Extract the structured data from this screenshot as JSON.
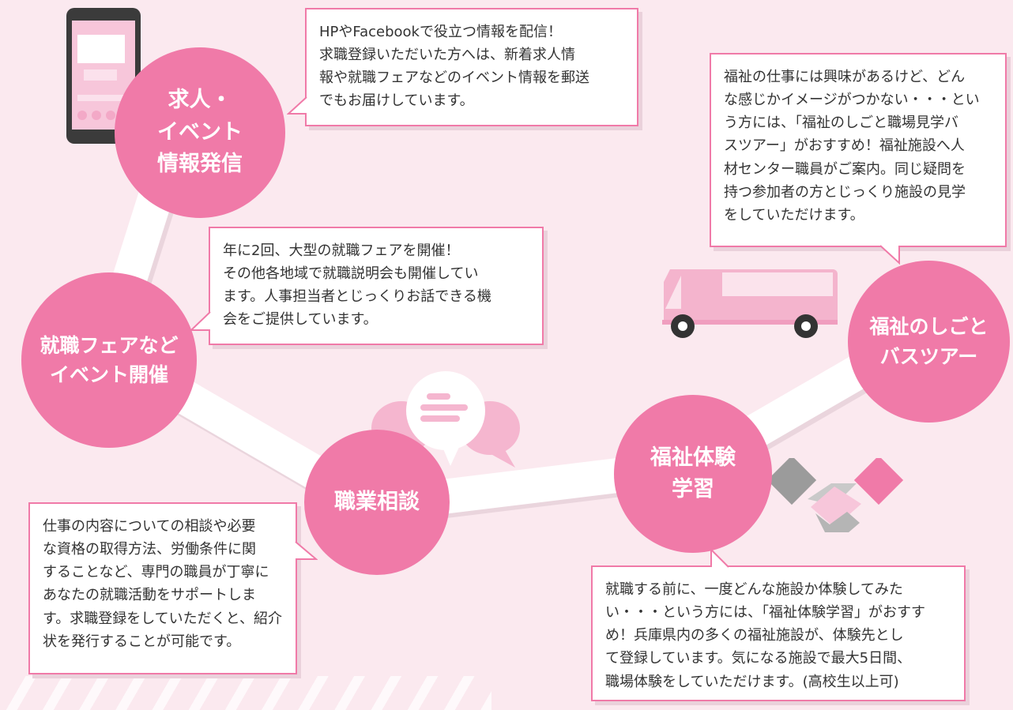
{
  "nodes": {
    "info": {
      "lines": [
        "求人・",
        "イベント",
        "情報発信"
      ]
    },
    "fair": {
      "lines": [
        "就職フェアなど",
        "イベント開催"
      ]
    },
    "consult": {
      "lines": [
        "職業相談"
      ]
    },
    "experience": {
      "lines": [
        "福祉体験",
        "学習"
      ]
    },
    "bus": {
      "lines": [
        "福祉のしごと",
        "バスツアー"
      ]
    }
  },
  "bubbles": {
    "info": {
      "lines": [
        "HPやFacebookで役立つ情報を配信！",
        "求職登録いただいた方へは、新着求人情",
        "報や就職フェアなどのイベント情報を郵送",
        "でもお届けしています。"
      ]
    },
    "fair": {
      "lines": [
        "年に2回、大型の就職フェアを開催！",
        "その他各地域で就職説明会も開催してい",
        "ます。人事担当者とじっくりお話できる機",
        "会をご提供しています。"
      ]
    },
    "consult": {
      "lines": [
        "仕事の内容についての相談や必要",
        "な資格の取得方法、労働条件に関",
        "することなど、専門の職員が丁寧に",
        "あなたの就職活動をサポートしま",
        "す。求職登録をしていただくと、紹介",
        "状を発行することが可能です。"
      ]
    },
    "bus": {
      "lines": [
        "福祉の仕事には興味があるけど、どん",
        "な感じかイメージがつかない・・・とい",
        "う方には、「福祉のしごと職場見学バ",
        "スツアー」がおすすめ！福祉施設へ人",
        "材センター職員がご案内。同じ疑問を",
        "持つ参加者の方とじっくり施設の見学",
        "をしていただけます。"
      ]
    },
    "experience": {
      "lines": [
        "就職する前に、一度どんな施設か体験してみた",
        "い・・・という方には、「福祉体験学習」がおすす",
        "め！兵庫県内の多くの福祉施設が、体験先とし",
        "て登録しています。気になる施設で最大5日間、",
        "職場体験をしていただけます。(高校生以上可)"
      ]
    }
  },
  "icons": [
    "smartphone-icon",
    "chat-bubbles-icon",
    "bus-icon",
    "handshake-icon"
  ],
  "colors": {
    "accent": "#f07aa8",
    "path": "#ffffff",
    "background": "#fbe9ef"
  }
}
